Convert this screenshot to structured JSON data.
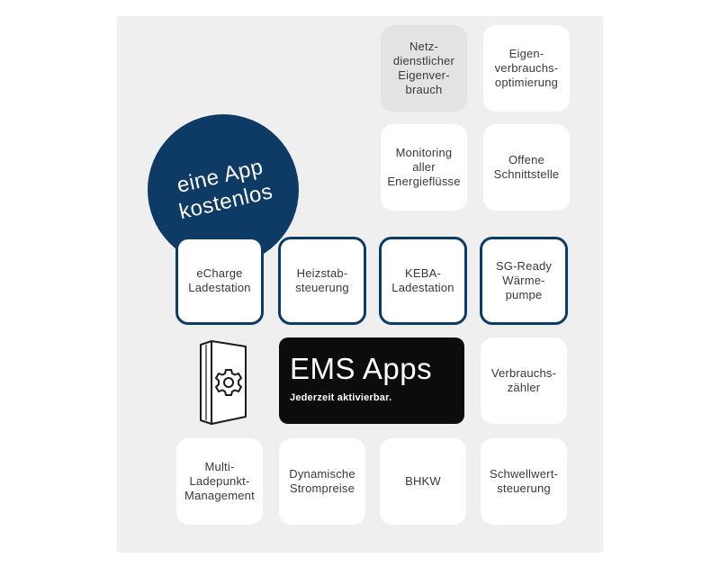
{
  "colors": {
    "navy": "#0d3b66",
    "panel": "#efefef",
    "tile": "#ffffff",
    "tile_grey": "#e3e3e3",
    "ems_bg": "#0c0c0c",
    "text": "#3a3a3a"
  },
  "badge": {
    "line1": "eine App",
    "line2": "kostenlos"
  },
  "ems": {
    "title": "EMS Apps",
    "subtitle": "Jederzeit aktivierbar."
  },
  "device_icon": "settings-gear-device-icon",
  "tiles": {
    "netzdienlich": "Netz-\ndienstlicher\nEigenver-\nbrauch",
    "eigenverbrauch": "Eigen-\nverbrauchs-\noptimierung",
    "monitoring": "Monitoring\naller\nEnergieflüsse",
    "schnittstelle": "Offene\nSchnittstelle",
    "echarge": "eCharge\nLadestation",
    "heizstab": "Heizstab-\nsteuerung",
    "keba": "KEBA-\nLadestation",
    "sgready": "SG-Ready\nWärme-\npumpe",
    "verbrauchszaehler": "Verbrauchs-\nzähler",
    "multiladepunkt": "Multi-\nLadepunkt-\nManagement",
    "strompreise": "Dynamische\nStrompreise",
    "bhkw": "BHKW",
    "schwellwert": "Schwellwert-\nsteuerung"
  }
}
